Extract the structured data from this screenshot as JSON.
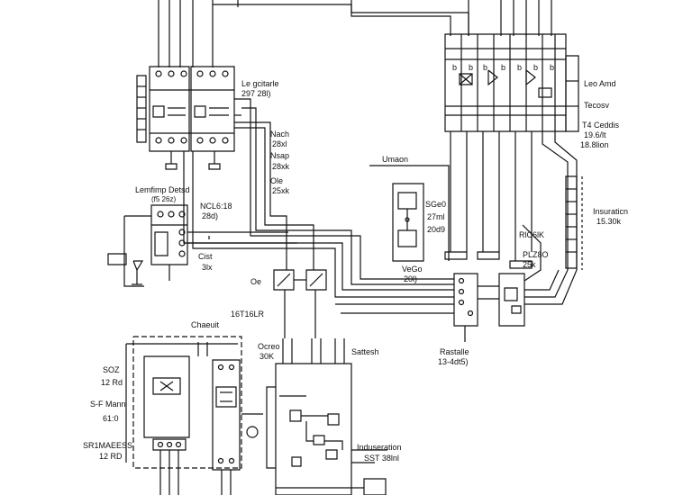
{
  "labels": {
    "le_gcitarle": "Le gcitarle",
    "le_gcitarle_val": "297 28l)",
    "nach": "Nach",
    "nach_val": "28xl",
    "nsap": "Nsap",
    "nsap_val": "28xk",
    "ole": "Ole",
    "ole_val": "25xk",
    "lemfimp": "Lemfimp Detsd",
    "lemfimp_val": "(f5 26z)",
    "nclg": "NCL6:18",
    "nclg_val": "28d)",
    "cist": "Cist",
    "cist_val": "3lx",
    "umaon": "Umaon",
    "sgeo": "SGe0",
    "sgeo_v1": "27ml",
    "sgeo_v2": "20d9",
    "vego": "VeGo",
    "vego_val": "20l)",
    "leo_amd": "Leo Amd",
    "tecosv": "Tecosv",
    "ta_ceddis": "T4 Ceddis",
    "ta_ceddis_v1": "19.6/lt",
    "ta_ceddis_v2": "18.8lion",
    "insuration": "Insuraticn",
    "insuration_val": "15.30k",
    "rlgk": "RlC6lK",
    "plzso": "PLZ8O",
    "plzso_val": "25k",
    "oe": "Oe",
    "ltclsle": "16T16LR",
    "chaeult": "Chaeuit",
    "ocreo": "Ocreo",
    "ocreo_val": "30K",
    "sattesh": "Sattesh",
    "rastalle": "Rastalle",
    "rastalle_val": "13-4dt5)",
    "soz": "SOZ",
    "soz_val": "12 Rd",
    "sf_mann": "S-F Mann",
    "sf_mann_val": "61:0",
    "sr_maeess": "SR1MAEESS",
    "sr_maeess_val": "12 RD",
    "induseration": "Induseration",
    "sst": "SST 38lnl"
  },
  "icons": [
    "breaker-icon",
    "relay-icon",
    "terminal-icon",
    "diode-icon",
    "ground-icon",
    "switch-icon"
  ]
}
